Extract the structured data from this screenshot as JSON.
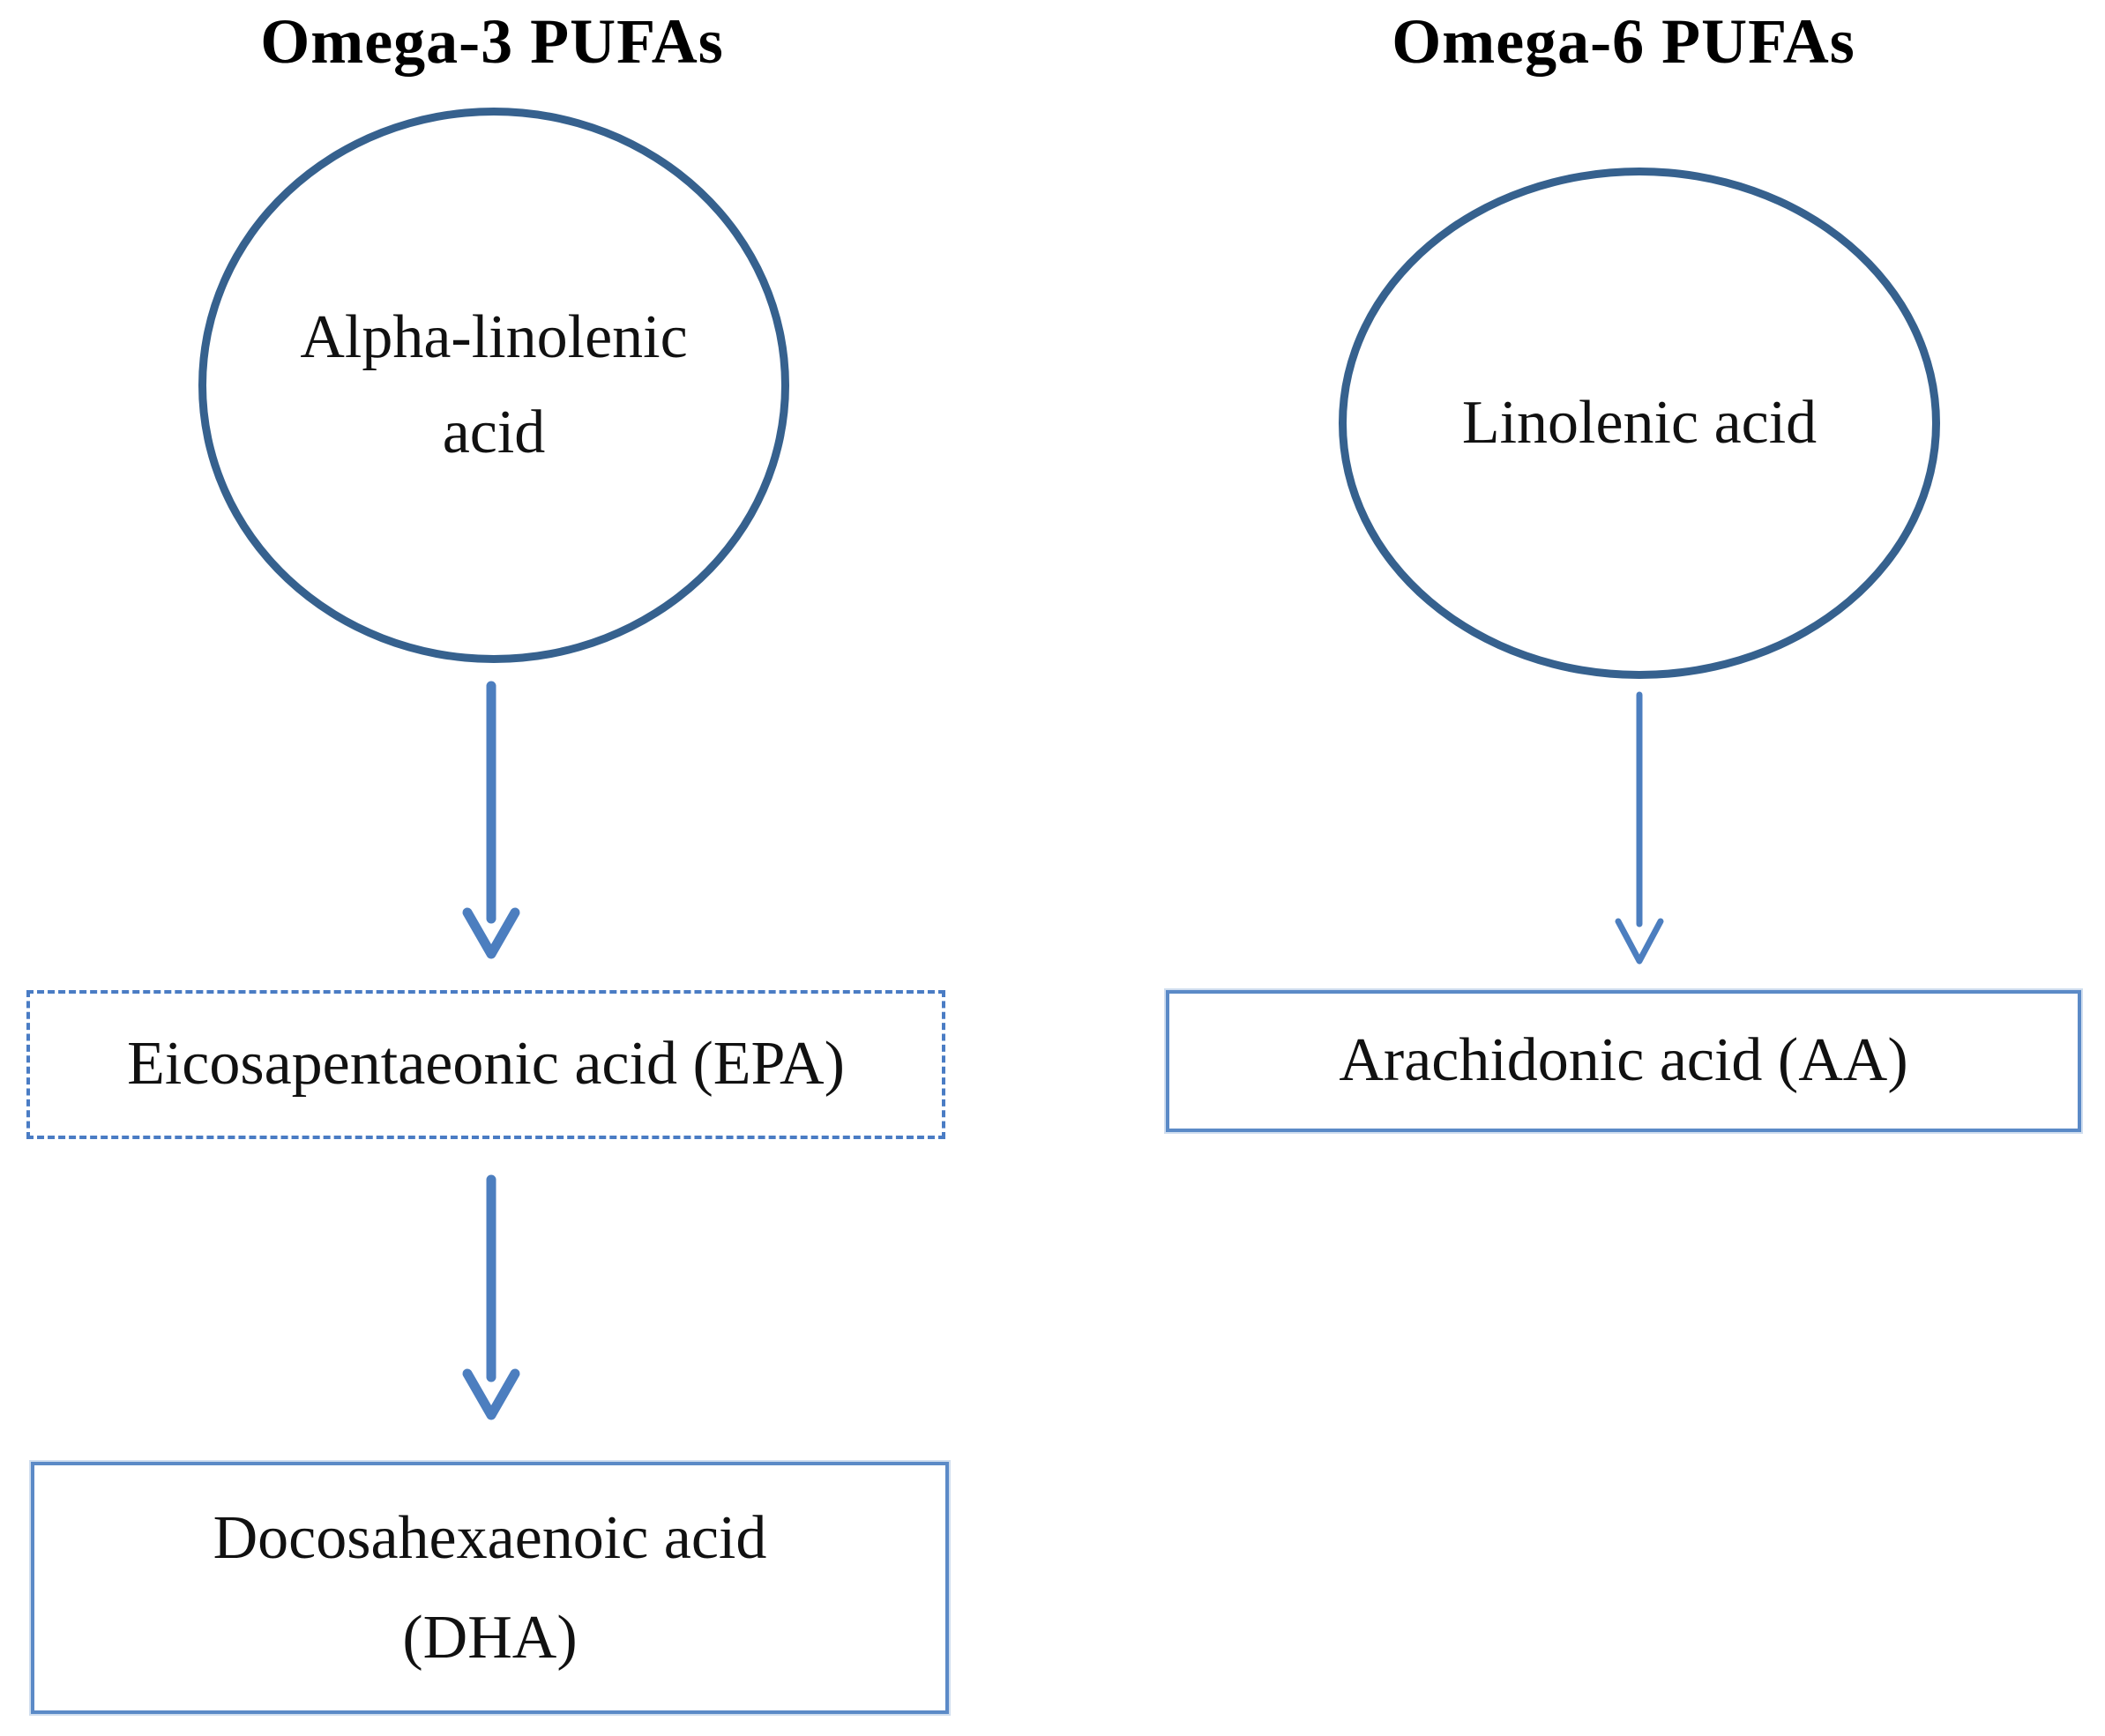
{
  "colors": {
    "background": "#ffffff",
    "text": "#111111",
    "heading_text": "#000000",
    "ellipse_stroke": "#36618E",
    "arrow": "#4C7EBF",
    "dashed_border": "#4A7CC4",
    "solid_border": "#5B8AC7"
  },
  "columns": {
    "omega3": {
      "heading": "Omega-3 PUFAs",
      "source_node": {
        "label_line1": "Alpha-linolenic",
        "label_line2": "acid"
      },
      "epa_node": {
        "label": "Eicosapentaeonic acid (EPA)"
      },
      "dha_node": {
        "label_line1": "Docosahexaenoic acid",
        "label_line2": "(DHA)"
      }
    },
    "omega6": {
      "heading": "Omega-6 PUFAs",
      "source_node": {
        "label": "Linolenic acid"
      },
      "aa_node": {
        "label": "Arachidonic acid (AA)"
      }
    }
  }
}
